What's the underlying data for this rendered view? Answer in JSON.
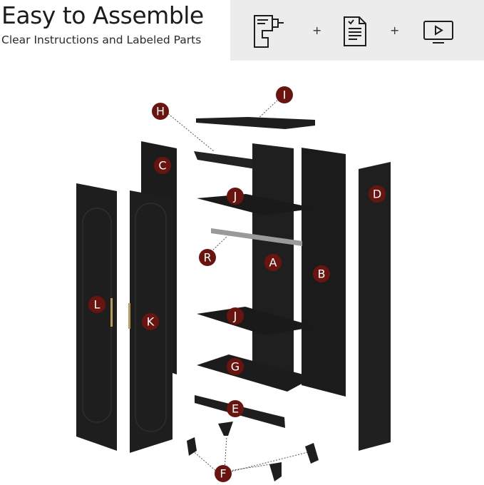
{
  "header": {
    "title": "Easy to Assemble",
    "subtitle": "Clear Instructions and Labeled Parts"
  },
  "icons": {
    "tools": "drill-icon",
    "manual": "manual-icon",
    "video": "video-icon",
    "separator": "+"
  },
  "colors": {
    "panel": "#1e1e1e",
    "badge": "#6a1410",
    "icon_bg": "#ececec",
    "rail": "#9a9a9a"
  },
  "parts": {
    "A": "A",
    "B": "B",
    "C": "C",
    "D": "D",
    "E": "E",
    "F": "F",
    "G": "G",
    "H": "H",
    "I": "I",
    "J": "J",
    "K": "K",
    "L": "L",
    "R": "R"
  }
}
